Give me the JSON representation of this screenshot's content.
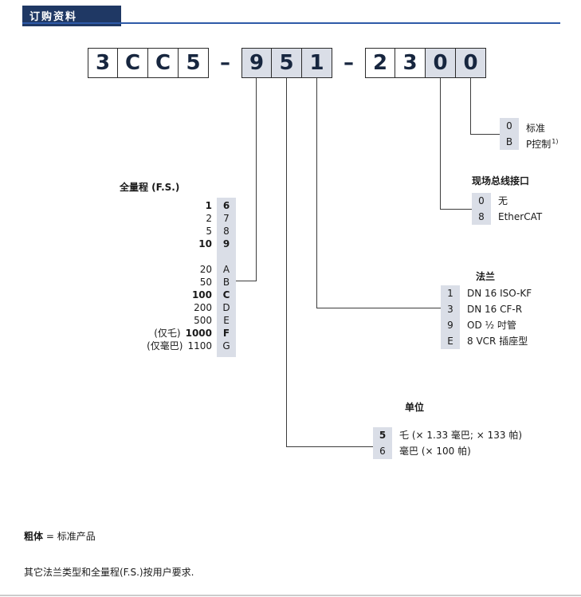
{
  "page": {
    "section_title": "订购资料",
    "accent_color": "#2e5aa8",
    "header_bg": "#1f3864",
    "shade_color": "#dadee7"
  },
  "part_number": {
    "full_code": "3CC5-951-2300",
    "separator": "–",
    "boxes": [
      {
        "char": "3",
        "shaded": false
      },
      {
        "char": "C",
        "shaded": false
      },
      {
        "char": "C",
        "shaded": false
      },
      {
        "char": "5",
        "shaded": false
      },
      {
        "char": "9",
        "shaded": true
      },
      {
        "char": "5",
        "shaded": true
      },
      {
        "char": "1",
        "shaded": true
      },
      {
        "char": "2",
        "shaded": false
      },
      {
        "char": "3",
        "shaded": false
      },
      {
        "char": "0",
        "shaded": true
      },
      {
        "char": "0",
        "shaded": true
      }
    ]
  },
  "tables": {
    "full_scale": {
      "title": "全量程 (F.S.)",
      "group1": [
        {
          "value": "1",
          "code": "6"
        },
        {
          "value": "2",
          "code": "7"
        },
        {
          "value": "5",
          "code": "8"
        },
        {
          "value": "10",
          "code": "9"
        }
      ],
      "group2": [
        {
          "value": "20",
          "code": "A"
        },
        {
          "value": "50",
          "code": "B"
        },
        {
          "value": "100",
          "code": "C"
        },
        {
          "value": "200",
          "code": "D"
        },
        {
          "value": "500",
          "code": "E"
        },
        {
          "prefix": "(仅乇)",
          "value": "1000",
          "code": "F"
        },
        {
          "prefix": "(仅毫巴)",
          "value": "1100",
          "code": "G"
        }
      ]
    },
    "control": {
      "rows": [
        {
          "code": "0",
          "label": "标准",
          "sup": ""
        },
        {
          "code": "B",
          "label": "P控制",
          "sup": "1)"
        }
      ]
    },
    "fieldbus": {
      "title": "现场总线接口",
      "rows": [
        {
          "code": "0",
          "label": "无"
        },
        {
          "code": "8",
          "label": "EtherCAT"
        }
      ]
    },
    "flange": {
      "title": "法兰",
      "rows": [
        {
          "code": "1",
          "label": "DN 16 ISO-KF"
        },
        {
          "code": "3",
          "label": "DN 16 CF-R"
        },
        {
          "code": "9",
          "label": "OD ½ 吋管"
        },
        {
          "code": "E",
          "label": "8 VCR 插座型"
        }
      ]
    },
    "unit": {
      "title": "单位",
      "rows": [
        {
          "code": "5",
          "label": "乇 (× 1.33 毫巴; × 133 帕)"
        },
        {
          "code": "6",
          "label": "毫巴 (× 100 帕)"
        }
      ]
    }
  },
  "footnotes": {
    "bold_term": "粗体",
    "bold_rest": " = 标准产品",
    "request_note": "其它法兰类型和全量程(F.S.)按用户要求."
  }
}
